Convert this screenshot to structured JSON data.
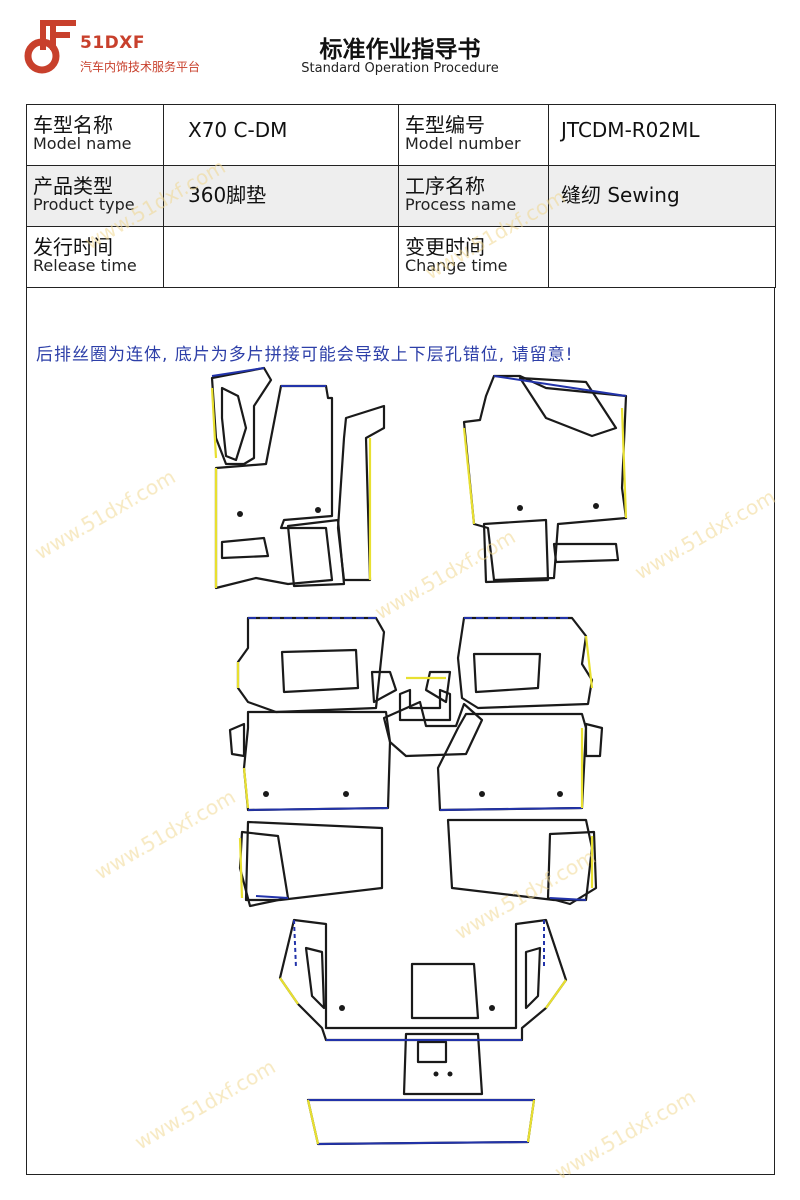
{
  "header": {
    "logo_text": "51DXF",
    "logo_subtitle": "汽车内饰技术服务平台",
    "title_cn": "标准作业指导书",
    "title_en": "Standard Operation Procedure"
  },
  "info": {
    "model_name_cn": "车型名称",
    "model_name_en": "Model name",
    "model_name_value": "X70 C-DM",
    "model_number_cn": "车型编号",
    "model_number_en": "Model number",
    "model_number_value": "JTCDM-R02ML",
    "product_type_cn": "产品类型",
    "product_type_en": "Product type",
    "product_type_value": "360脚垫",
    "process_name_cn": "工序名称",
    "process_name_en": "Process name",
    "process_name_value": "缝纫 Sewing",
    "release_time_cn": "发行时间",
    "release_time_en": "Release time",
    "release_time_value": "",
    "change_time_cn": "变更时间",
    "change_time_en": "Change time",
    "change_time_value": ""
  },
  "notice": "后排丝圈为连体, 底片为多片拼接可能会导致上下层孔错位, 请留意!",
  "watermark": "www.51dxf.com",
  "colors": {
    "brand": "#c8402c",
    "notice_text": "#2d3fa8",
    "outline": "#1a1a1a",
    "edge_blue": "#2233aa",
    "edge_yellow": "#e8e030",
    "shade": "#eeeeee"
  }
}
